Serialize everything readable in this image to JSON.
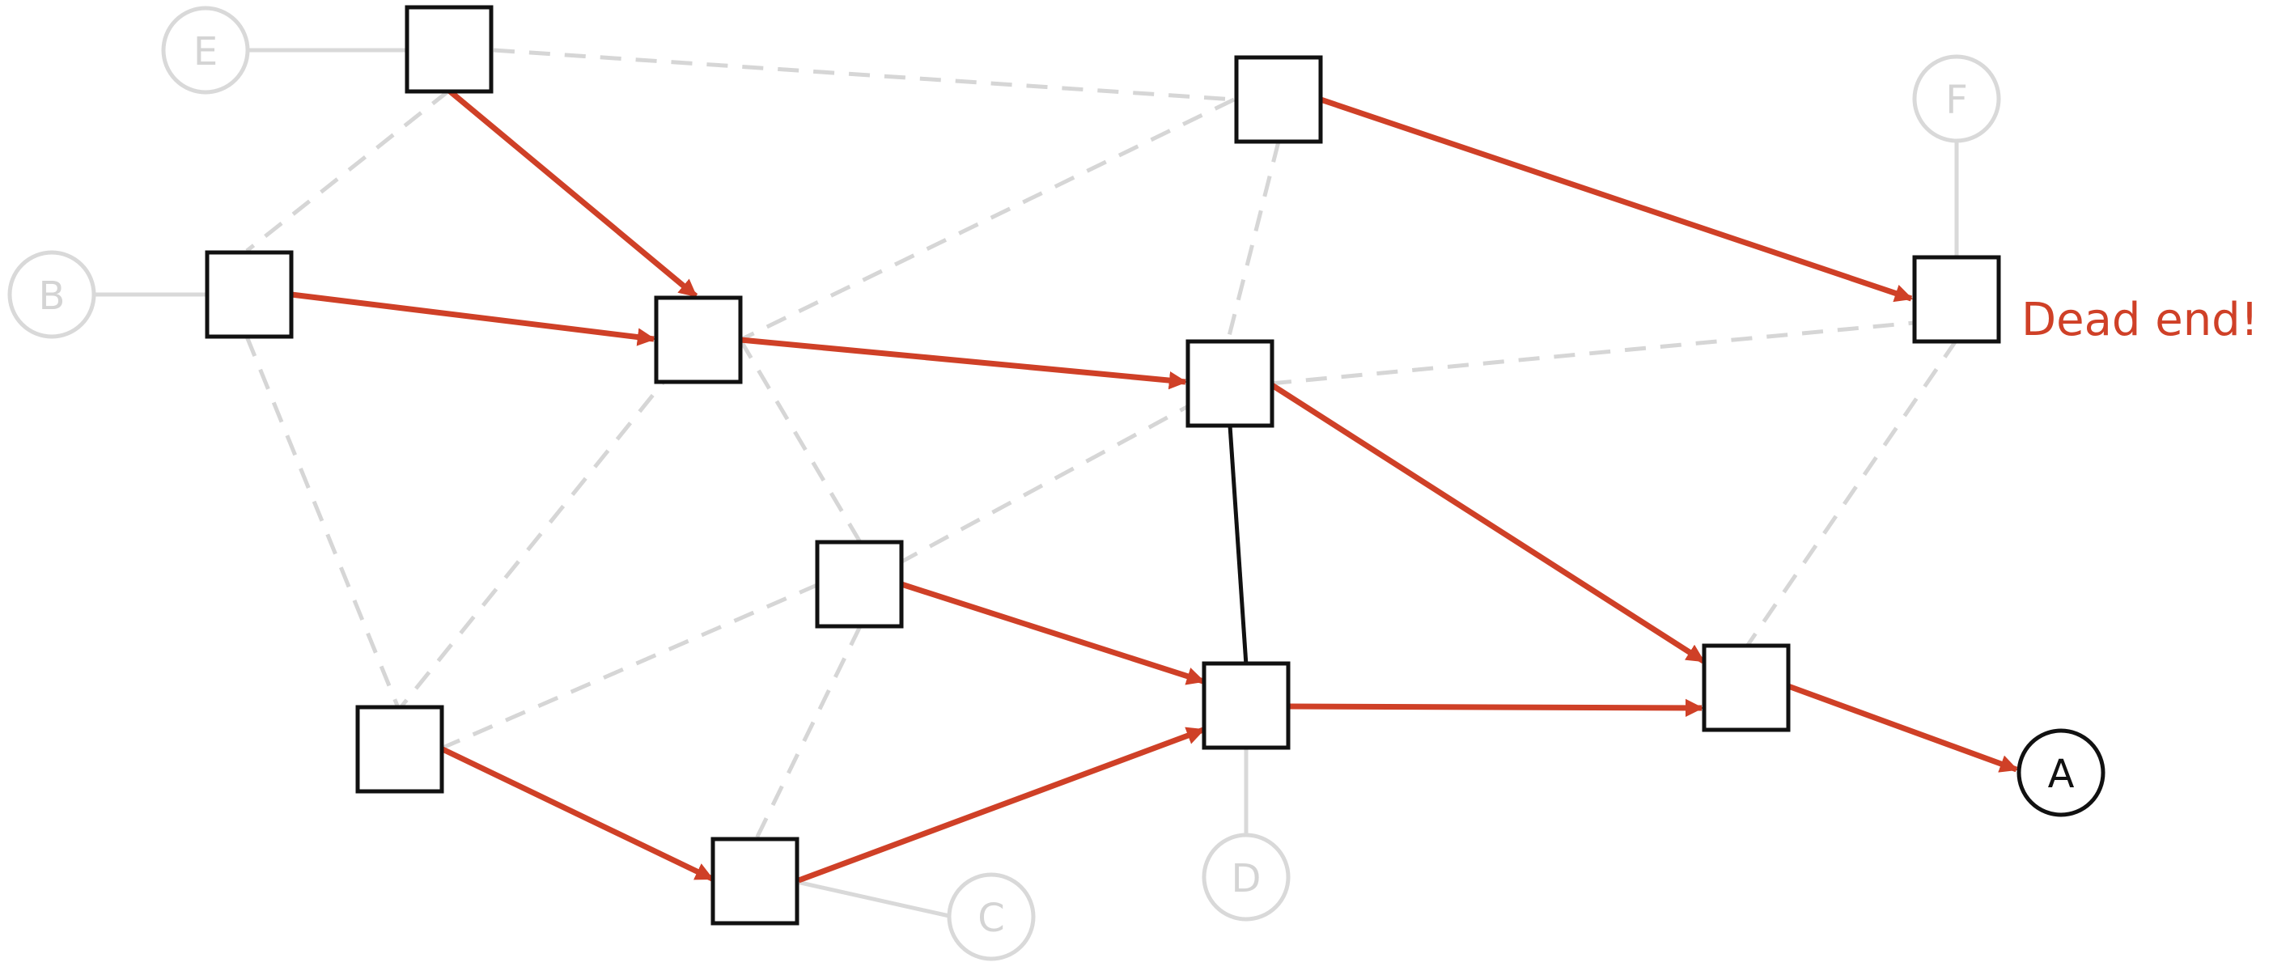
{
  "colors": {
    "route": "#cf4027",
    "faded": "#d6d6d6",
    "node_stroke": "#111111",
    "background": "#ffffff"
  },
  "diagram": {
    "endpoints": {
      "a": "A",
      "b": "B",
      "c": "C",
      "d": "D",
      "e": "E",
      "f": "F"
    },
    "annotation": "Dead end!"
  }
}
